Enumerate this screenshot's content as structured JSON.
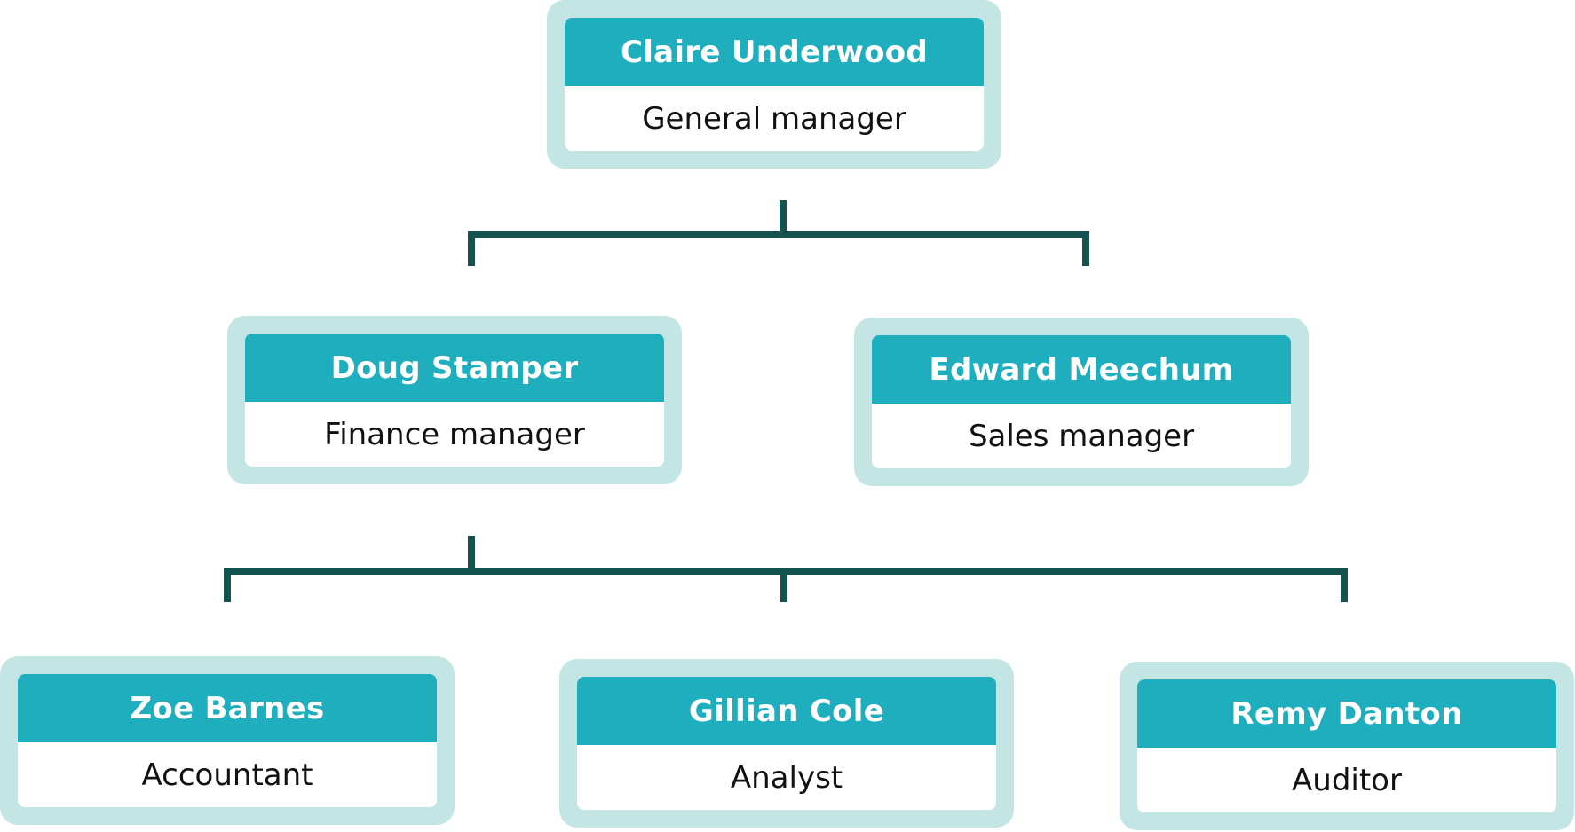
{
  "colors": {
    "frame": "#c3e6e4",
    "header": "#1eaebd",
    "header_text": "#ffffff",
    "connector": "#14534f"
  },
  "org": {
    "general_manager": {
      "name": "Claire Underwood",
      "role": "General manager"
    },
    "finance_manager": {
      "name": "Doug Stamper",
      "role": "Finance manager"
    },
    "sales_manager": {
      "name": "Edward Meechum",
      "role": "Sales manager"
    },
    "accountant": {
      "name": "Zoe Barnes",
      "role": "Accountant"
    },
    "analyst": {
      "name": "Gillian Cole",
      "role": "Analyst"
    },
    "auditor": {
      "name": "Remy Danton",
      "role": "Auditor"
    }
  }
}
